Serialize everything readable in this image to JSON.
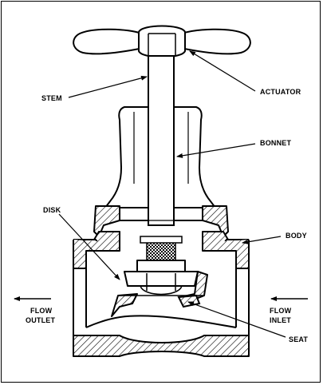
{
  "labels": {
    "stem": "STEM",
    "actuator": "ACTUATOR",
    "bonnet": "BONNET",
    "disk": "DISK",
    "body": "BODY",
    "flow_outlet_line1": "FLOW",
    "flow_outlet_line2": "OUTLET",
    "flow_inlet_line1": "FLOW",
    "flow_inlet_line2": "INLET",
    "seat": "SEAT"
  }
}
